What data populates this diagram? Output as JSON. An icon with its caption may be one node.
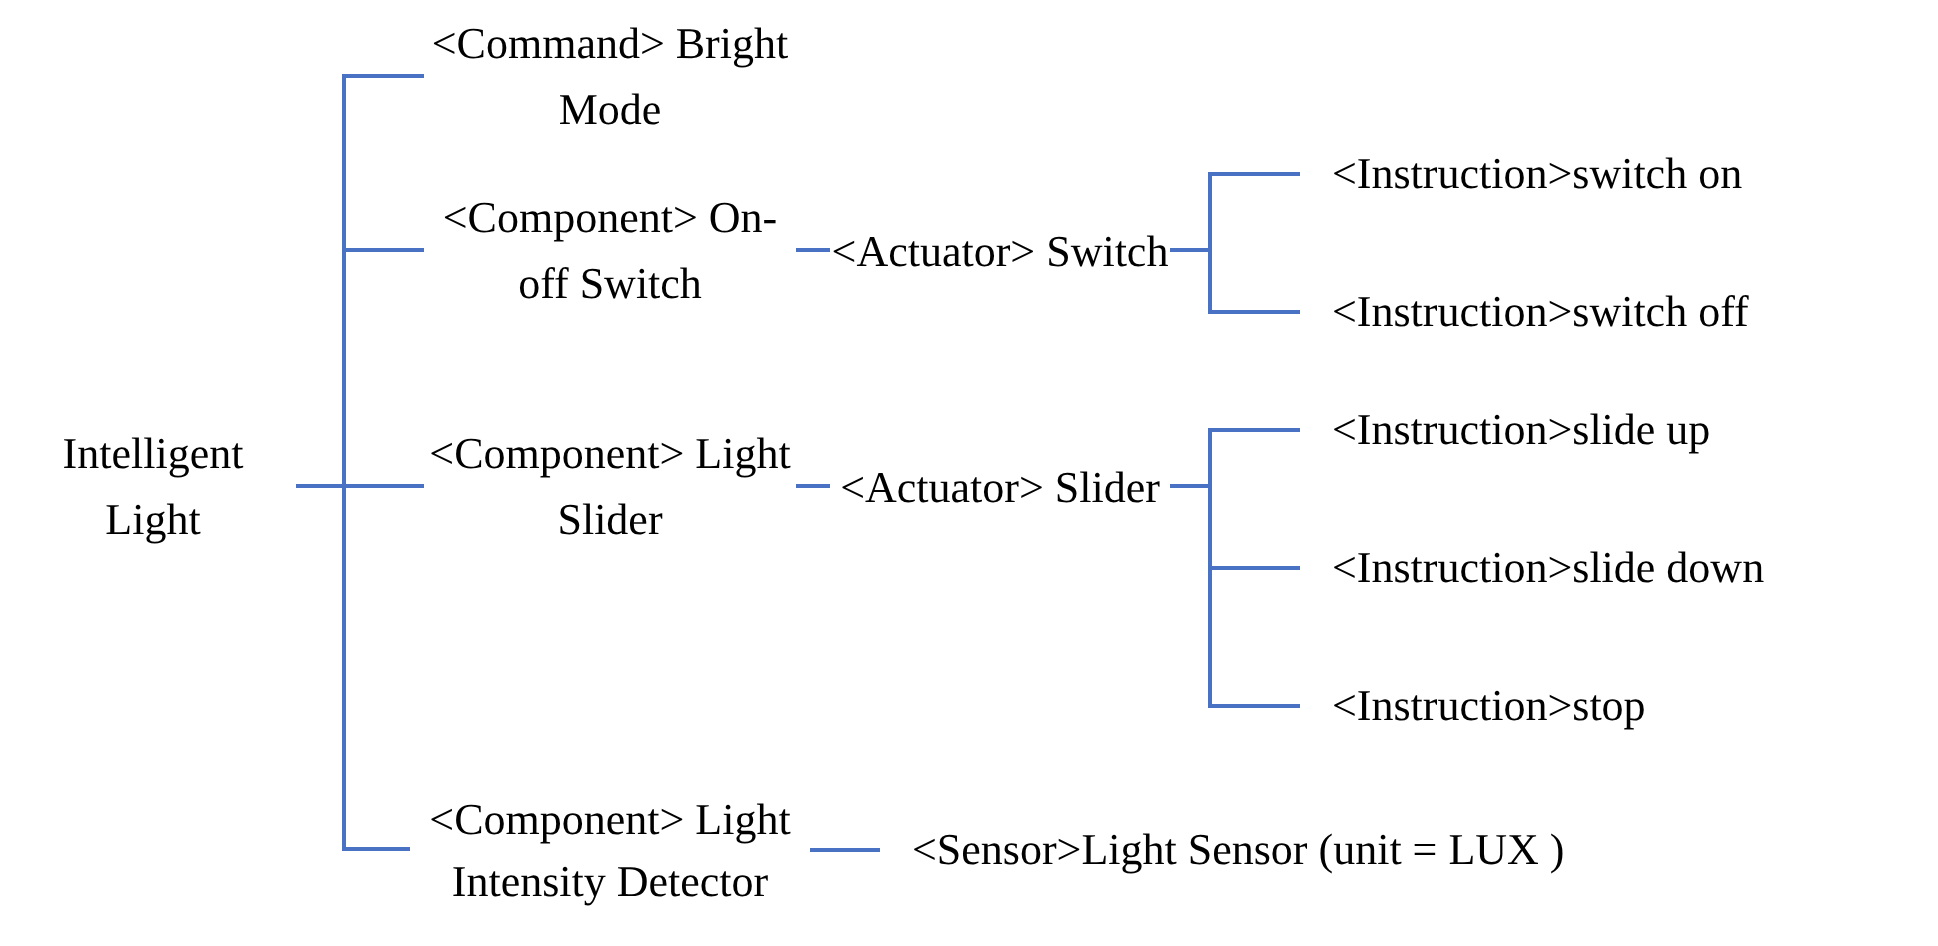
{
  "diagram": {
    "nodes": [
      {
        "text": [
          "Intelligent Light"
        ]
      },
      {
        "text": [
          "<Command> Bright Mode"
        ]
      },
      {
        "text": [
          "<Component> On-off Switch"
        ]
      },
      {
        "text": [
          "<Actuator> Switch"
        ]
      },
      {
        "text": [
          "<Instruction>switch on"
        ]
      },
      {
        "text": [
          "<Instruction>switch off"
        ]
      },
      {
        "text": [
          "<Component> Light Slider"
        ]
      },
      {
        "text": [
          "<Actuator> Slider"
        ]
      },
      {
        "text": [
          "<Instruction>slide up"
        ]
      },
      {
        "text": [
          "<Instruction>slide down"
        ]
      },
      {
        "text": [
          "<Instruction>stop"
        ]
      },
      {
        "text": [
          "<Component> Light Intensity Detector"
        ]
      },
      {
        "text": [
          "<Sensor>Light Sensor (unit = LUX )"
        ]
      }
    ],
    "edges": [
      {
        "from": 0,
        "to": 1,
        "arrow": "none"
      },
      {
        "from": 0,
        "to": 2,
        "arrow": "none"
      },
      {
        "from": 0,
        "to": 6,
        "arrow": "none"
      },
      {
        "from": 0,
        "to": 11,
        "arrow": "none"
      },
      {
        "from": 2,
        "to": 3,
        "arrow": "none"
      },
      {
        "from": 3,
        "to": 4,
        "arrow": "none"
      },
      {
        "from": 3,
        "to": 5,
        "arrow": "none"
      },
      {
        "from": 6,
        "to": 7,
        "arrow": "none"
      },
      {
        "from": 7,
        "to": 8,
        "arrow": "none"
      },
      {
        "from": 7,
        "to": 9,
        "arrow": "none"
      },
      {
        "from": 7,
        "to": 10,
        "arrow": "none"
      },
      {
        "from": 11,
        "to": 12,
        "arrow": "none"
      }
    ]
  }
}
